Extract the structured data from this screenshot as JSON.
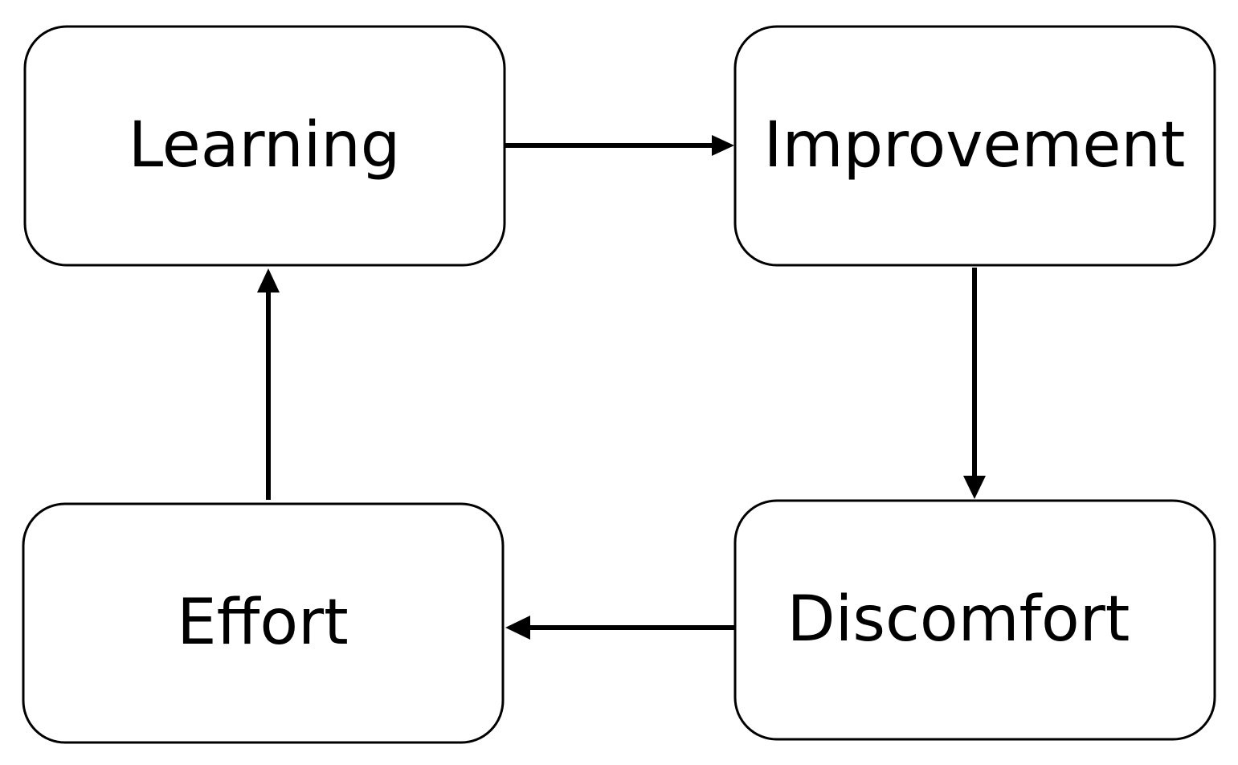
{
  "nodes": [
    {
      "id": "learning",
      "label": "Learning"
    },
    {
      "id": "improvement",
      "label": "Improvement"
    },
    {
      "id": "discomfort",
      "label": "Discomfort"
    },
    {
      "id": "effort",
      "label": "Effort"
    }
  ],
  "edges": [
    {
      "from": "learning",
      "to": "improvement"
    },
    {
      "from": "improvement",
      "to": "discomfort"
    },
    {
      "from": "discomfort",
      "to": "effort"
    },
    {
      "from": "effort",
      "to": "learning"
    }
  ],
  "colors": {
    "stroke": "#000000",
    "background": "#ffffff",
    "text": "#000000"
  }
}
